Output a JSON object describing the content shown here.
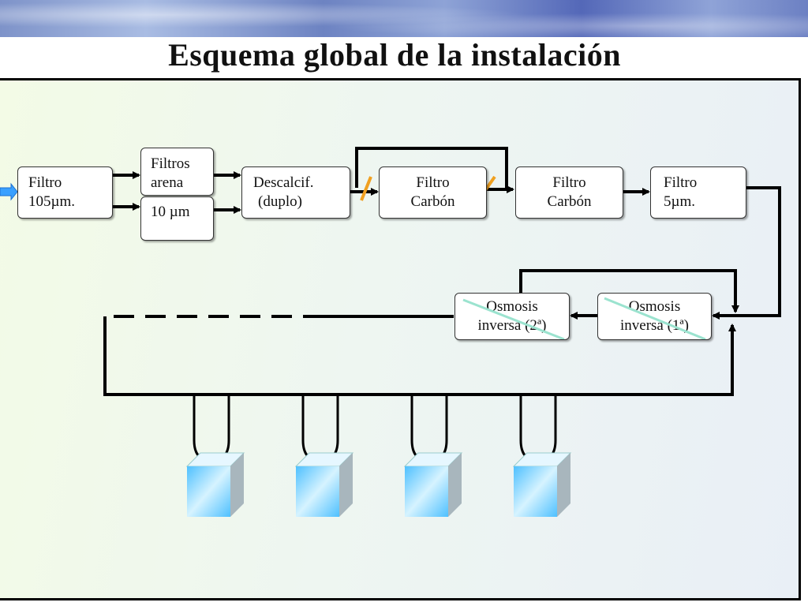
{
  "title": "Esquema global de la instalación",
  "nodes": {
    "filtro105": {
      "line1": "Filtro",
      "line2": "105µm."
    },
    "arena": {
      "line1": "Filtros",
      "line2": "arena"
    },
    "diez": {
      "line1": "10 µm"
    },
    "descalcif": {
      "line1": "Descalcif.",
      "line2": "(duplo)"
    },
    "carbon1": {
      "line1": "Filtro",
      "line2": "Carbón"
    },
    "carbon2": {
      "line1": "Filtro",
      "line2": "Carbón"
    },
    "filtro5": {
      "line1": "Filtro",
      "line2": "5µm."
    },
    "osmosis2": {
      "line1": "Osmosis",
      "line2": "inversa (2ª)"
    },
    "osmosis1": {
      "line1": "Osmosis",
      "line2": "inversa (1ª)"
    }
  },
  "colors": {
    "arrow": "#000000",
    "bypass_mark": "#f0a020",
    "strike": "#9be3cf",
    "inlet": "#3aa0ff",
    "device": "#7ed0ff"
  },
  "devices": [
    "device-1",
    "device-2",
    "device-3",
    "device-4"
  ]
}
